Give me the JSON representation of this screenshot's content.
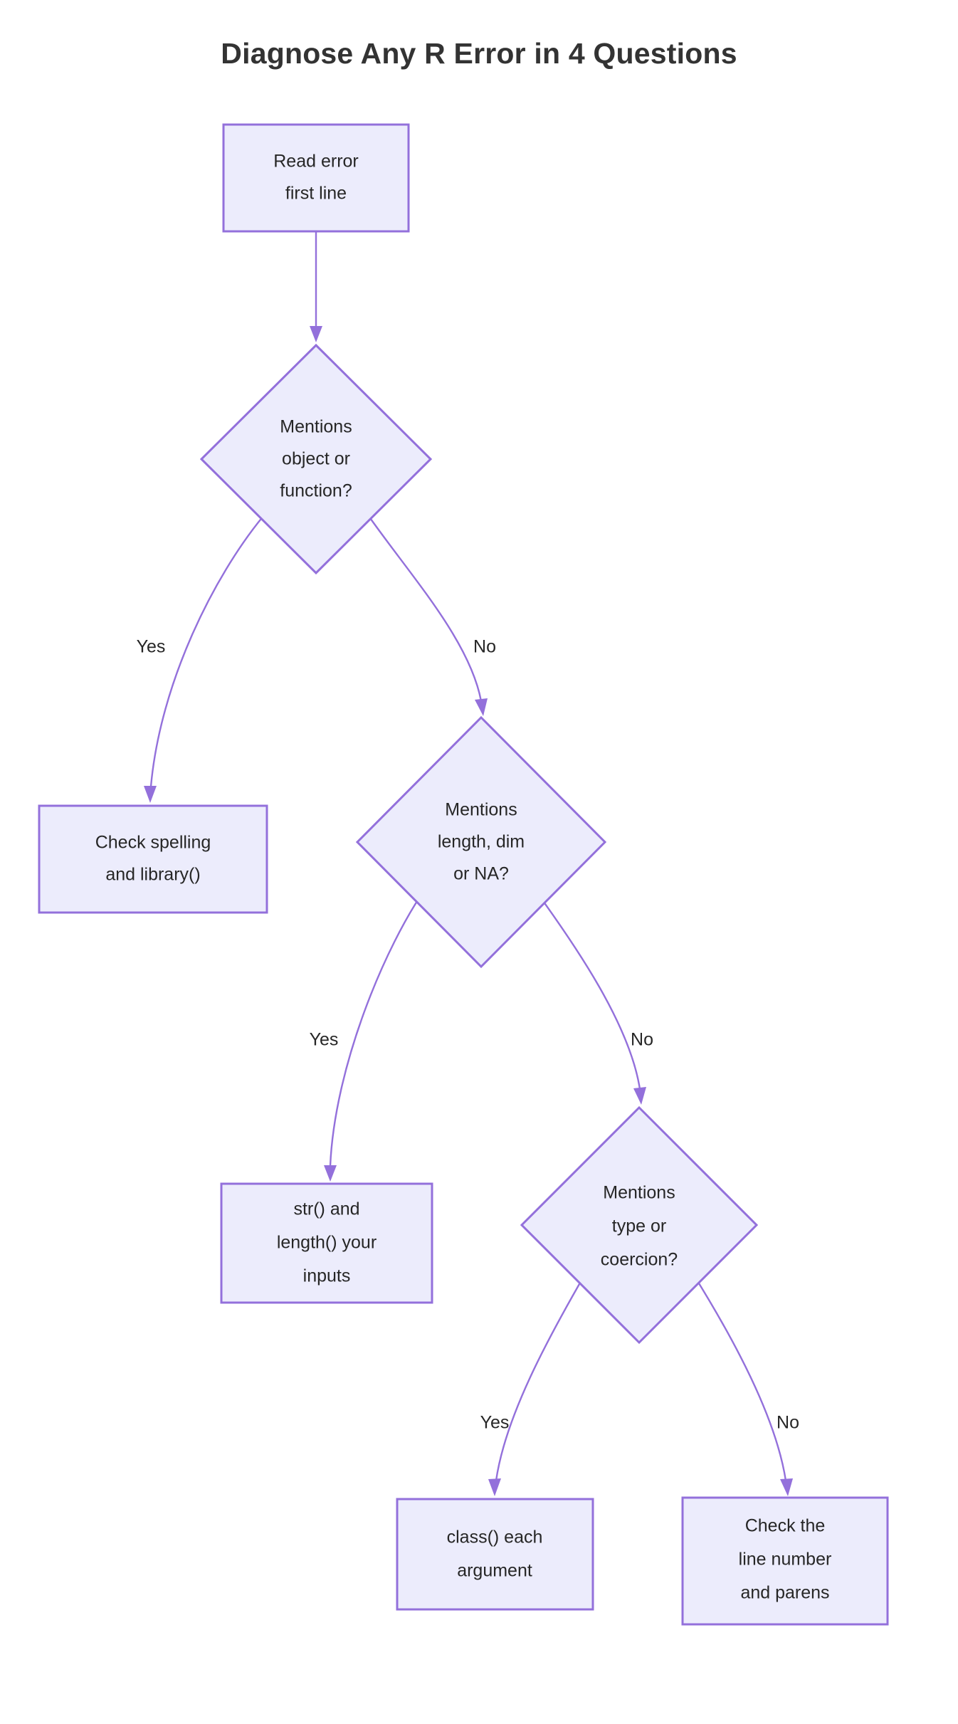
{
  "title": "Diagnose Any R Error in 4 Questions",
  "colors": {
    "node_fill": "#ECECFC",
    "node_border": "#9370DB",
    "edge": "#9370DB",
    "text": "#262626",
    "title": "#333333",
    "background": "#FFFFFF"
  },
  "chart_data": {
    "type": "diagram",
    "diagram_kind": "flowchart",
    "orientation": "top-down",
    "title": "Diagnose Any R Error in 4 Questions",
    "nodes": [
      {
        "id": "n1",
        "shape": "rect",
        "lines": [
          "Read error",
          "first line"
        ]
      },
      {
        "id": "d1",
        "shape": "diamond",
        "lines": [
          "Mentions",
          "object or",
          "function?"
        ]
      },
      {
        "id": "n2",
        "shape": "rect",
        "lines": [
          "Check spelling",
          "and library()"
        ]
      },
      {
        "id": "d2",
        "shape": "diamond",
        "lines": [
          "Mentions",
          "length, dim",
          "or NA?"
        ]
      },
      {
        "id": "n3",
        "shape": "rect",
        "lines": [
          "str() and",
          "length() your",
          "inputs"
        ]
      },
      {
        "id": "d3",
        "shape": "diamond",
        "lines": [
          "Mentions",
          "type or",
          "coercion?"
        ]
      },
      {
        "id": "n4",
        "shape": "rect",
        "lines": [
          "class() each",
          "argument"
        ]
      },
      {
        "id": "n5",
        "shape": "rect",
        "lines": [
          "Check the",
          "line number",
          "and parens"
        ]
      }
    ],
    "edges": [
      {
        "from": "n1",
        "to": "d1",
        "label": ""
      },
      {
        "from": "d1",
        "to": "n2",
        "label": "Yes"
      },
      {
        "from": "d1",
        "to": "d2",
        "label": "No"
      },
      {
        "from": "d2",
        "to": "n3",
        "label": "Yes"
      },
      {
        "from": "d2",
        "to": "d3",
        "label": "No"
      },
      {
        "from": "d3",
        "to": "n4",
        "label": "Yes"
      },
      {
        "from": "d3",
        "to": "n5",
        "label": "No"
      }
    ]
  },
  "nodes": {
    "n1": {
      "line1": "Read error",
      "line2": "first line"
    },
    "d1": {
      "line1": "Mentions",
      "line2": "object or",
      "line3": "function?"
    },
    "n2": {
      "line1": "Check spelling",
      "line2": "and library()"
    },
    "d2": {
      "line1": "Mentions",
      "line2": "length, dim",
      "line3": "or NA?"
    },
    "n3": {
      "line1": "str() and",
      "line2": "length() your",
      "line3": "inputs"
    },
    "d3": {
      "line1": "Mentions",
      "line2": "type or",
      "line3": "coercion?"
    },
    "n4": {
      "line1": "class() each",
      "line2": "argument"
    },
    "n5": {
      "line1": "Check the",
      "line2": "line number",
      "line3": "and parens"
    }
  },
  "edge_labels": {
    "d1_yes": "Yes",
    "d1_no": "No",
    "d2_yes": "Yes",
    "d2_no": "No",
    "d3_yes": "Yes",
    "d3_no": "No"
  }
}
